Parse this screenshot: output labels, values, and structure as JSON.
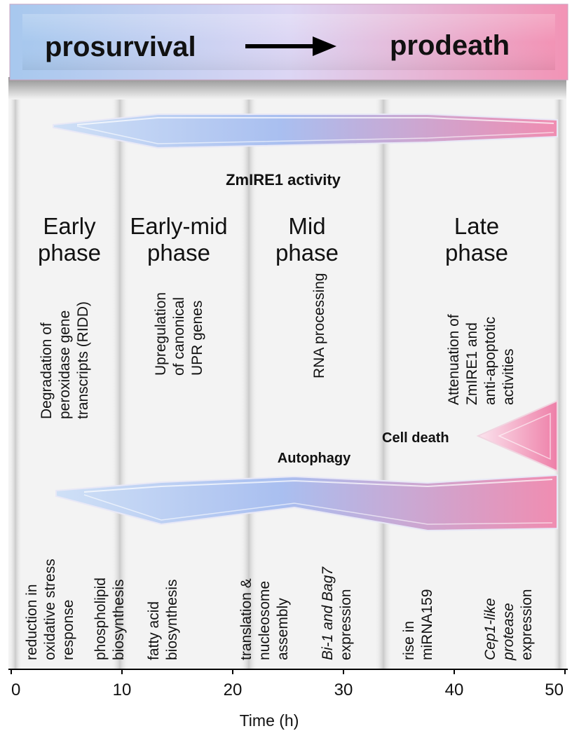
{
  "banner": {
    "left": "prosurvival",
    "right": "prodeath"
  },
  "zmire1": {
    "label": "ZmIRE1 activity"
  },
  "phases": [
    {
      "line1": "Early",
      "line2": "phase"
    },
    {
      "line1": "Early-mid",
      "line2": "phase"
    },
    {
      "line1": "Mid",
      "line2": "phase"
    },
    {
      "line1": "Late",
      "line2": "phase"
    }
  ],
  "phase_events": [
    {
      "lines": [
        "Degradation of",
        "peroxidase gene",
        "transcripts (RIDD)"
      ]
    },
    {
      "lines": [
        "Upregulation",
        "of canonical",
        "UPR genes"
      ]
    },
    {
      "lines": [
        "RNA processing"
      ]
    },
    {
      "lines": [
        "Attenuation of",
        "ZmIRE1 and",
        "anti-apoptotic",
        "activities"
      ]
    }
  ],
  "cell_death": {
    "label": "Cell death"
  },
  "autophagy": {
    "label": "Autophagy"
  },
  "processes": [
    {
      "lines": [
        "reduction in",
        "oxidative stress",
        "response"
      ]
    },
    {
      "lines": [
        "phospholipid",
        "biosynthesis"
      ]
    },
    {
      "lines": [
        "fatty acid",
        "biosynthesis"
      ]
    },
    {
      "lines": [
        "translation &",
        "nucleosome",
        "assembly"
      ]
    },
    {
      "lines": [
        "Bi-1 and Bag7",
        "expression"
      ],
      "italic_prefix": [
        "Bi-1",
        "Bag7"
      ]
    },
    {
      "lines": [
        "rise in",
        "miRNA159"
      ]
    },
    {
      "lines": [
        "Cep1-like",
        "protease",
        "expression"
      ],
      "italic_lines": [
        0,
        1
      ]
    }
  ],
  "axis": {
    "ticks": [
      "0",
      "10",
      "20",
      "30",
      "40",
      "50"
    ],
    "label": "Time (h)",
    "range": [
      0,
      50
    ]
  },
  "colors": {
    "prosurvival": "#a9c9ee",
    "prodeath": "#f29ab8"
  }
}
